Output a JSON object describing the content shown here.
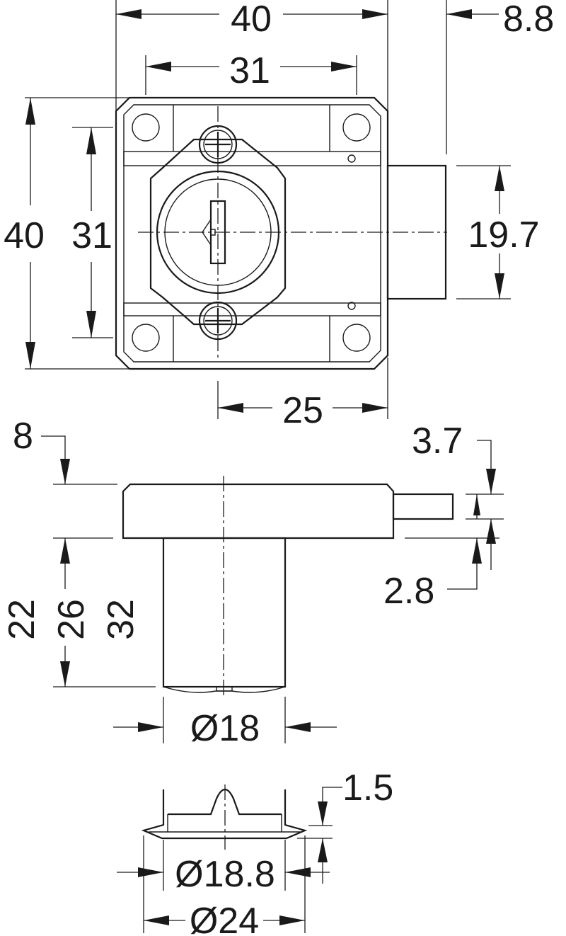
{
  "dimensions": {
    "top_width": "40",
    "top_bolt_offset": "8.8",
    "top_hole_span": "31",
    "left_height": "40",
    "left_hole_span": "31",
    "bolt_width": "19.7",
    "bottom_offset": "25",
    "side_top": "8",
    "bolt_thickness": "3.7",
    "bolt_drop": "2.8",
    "height_a": "22",
    "height_b": "26",
    "height_c": "32",
    "cylinder_dia": "Ø18",
    "rose_height": "1.5",
    "rose_inner_dia": "Ø18.8",
    "rose_outer_dia": "Ø24"
  },
  "colors": {
    "ink": "#1a1a1a",
    "paper": "#ffffff"
  }
}
